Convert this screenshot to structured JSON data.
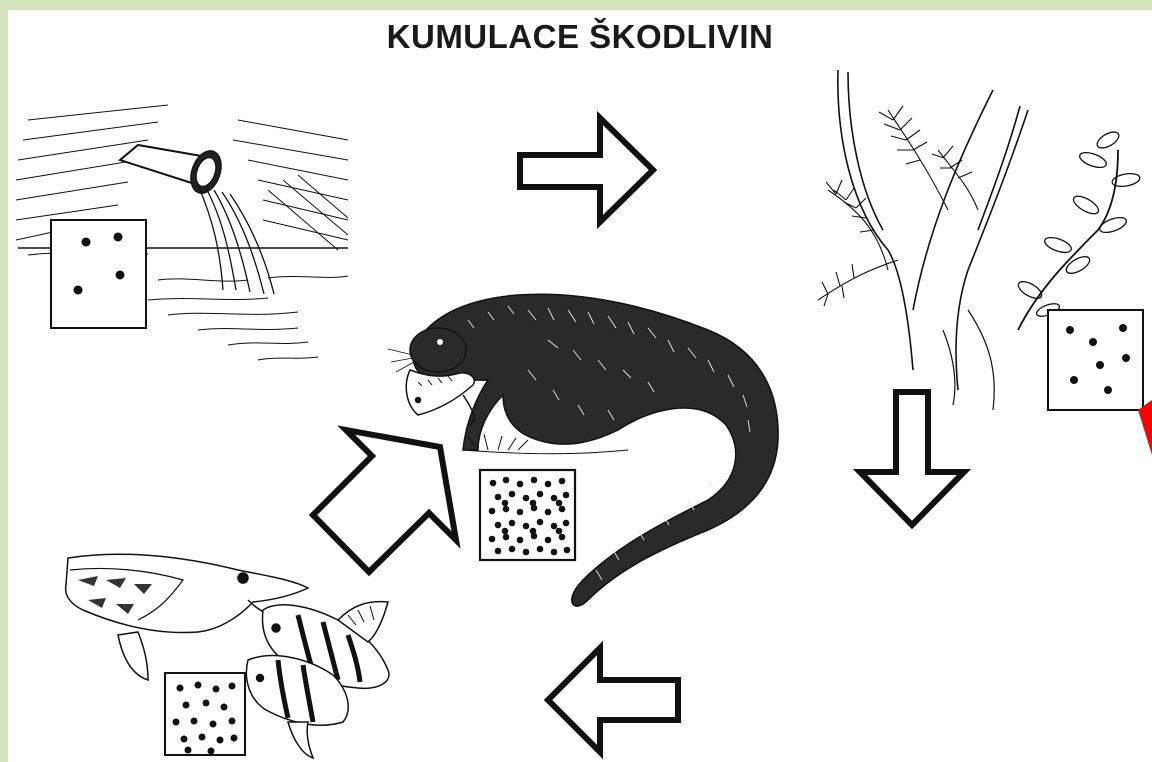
{
  "title": "KUMULACE ŠKODLIVIN",
  "colors": {
    "frame": "#d6e4bd",
    "ink": "#111111",
    "accent": "#ff0000"
  },
  "stages": [
    {
      "name": "wastewater-pipe",
      "illustration": "pipe-discharge",
      "dot_count": 4
    },
    {
      "name": "aquatic-plants",
      "illustration": "water-plants",
      "dot_count": 7
    },
    {
      "name": "fish",
      "illustration": "pike-and-perch",
      "dot_count": 17
    },
    {
      "name": "otter",
      "illustration": "otter-with-fish",
      "dot_count": 42
    }
  ],
  "arrows": [
    "right",
    "down",
    "left",
    "up-right"
  ]
}
